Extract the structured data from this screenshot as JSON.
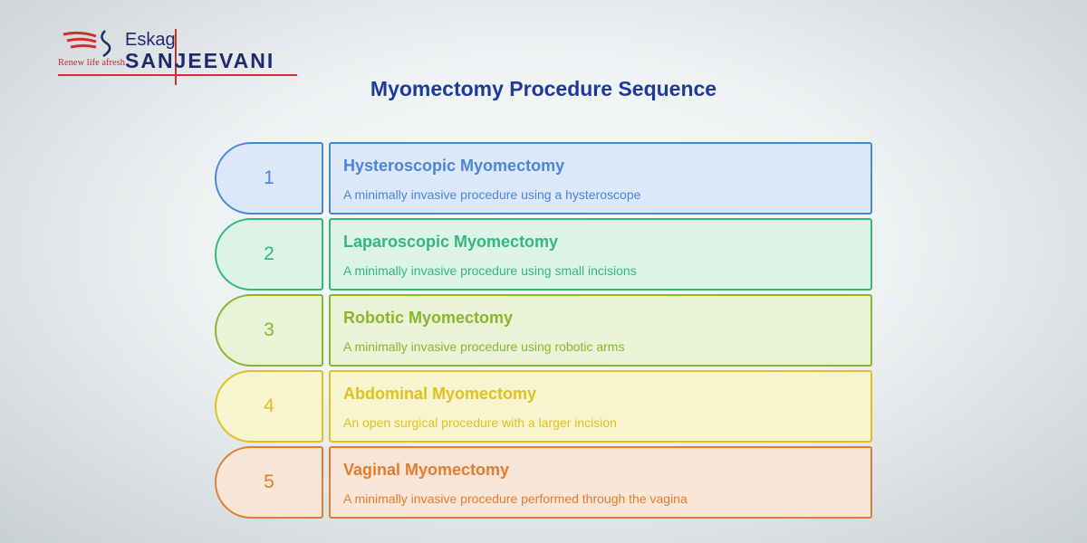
{
  "logo": {
    "name_top": "Eskag",
    "name_bottom": "SANJEEVANI",
    "tagline": "Renew life afresh"
  },
  "title": "Myomectomy Procedure Sequence",
  "steps": [
    {
      "number": "1",
      "title": "Hysteroscopic Myomectomy",
      "description": "A minimally invasive procedure using a hysteroscope",
      "color": "#4a86d8",
      "fill": "#dce7f9"
    },
    {
      "number": "2",
      "title": "Laparoscopic Myomectomy",
      "description": "A minimally invasive procedure using small incisions",
      "color": "#34b87a",
      "fill": "#dcf3e8"
    },
    {
      "number": "3",
      "title": "Robotic Myomectomy",
      "description": "A minimally invasive procedure using robotic arms",
      "color": "#8ab531",
      "fill": "#e9f3d6"
    },
    {
      "number": "4",
      "title": "Abdominal Myomectomy",
      "description": "An open surgical procedure with a larger incision",
      "color": "#ddc21c",
      "fill": "#f8f4cf"
    },
    {
      "number": "5",
      "title": "Vaginal Myomectomy",
      "description": "A minimally invasive procedure performed through the vagina",
      "color": "#e07e33",
      "fill": "#f8e5d5"
    }
  ]
}
